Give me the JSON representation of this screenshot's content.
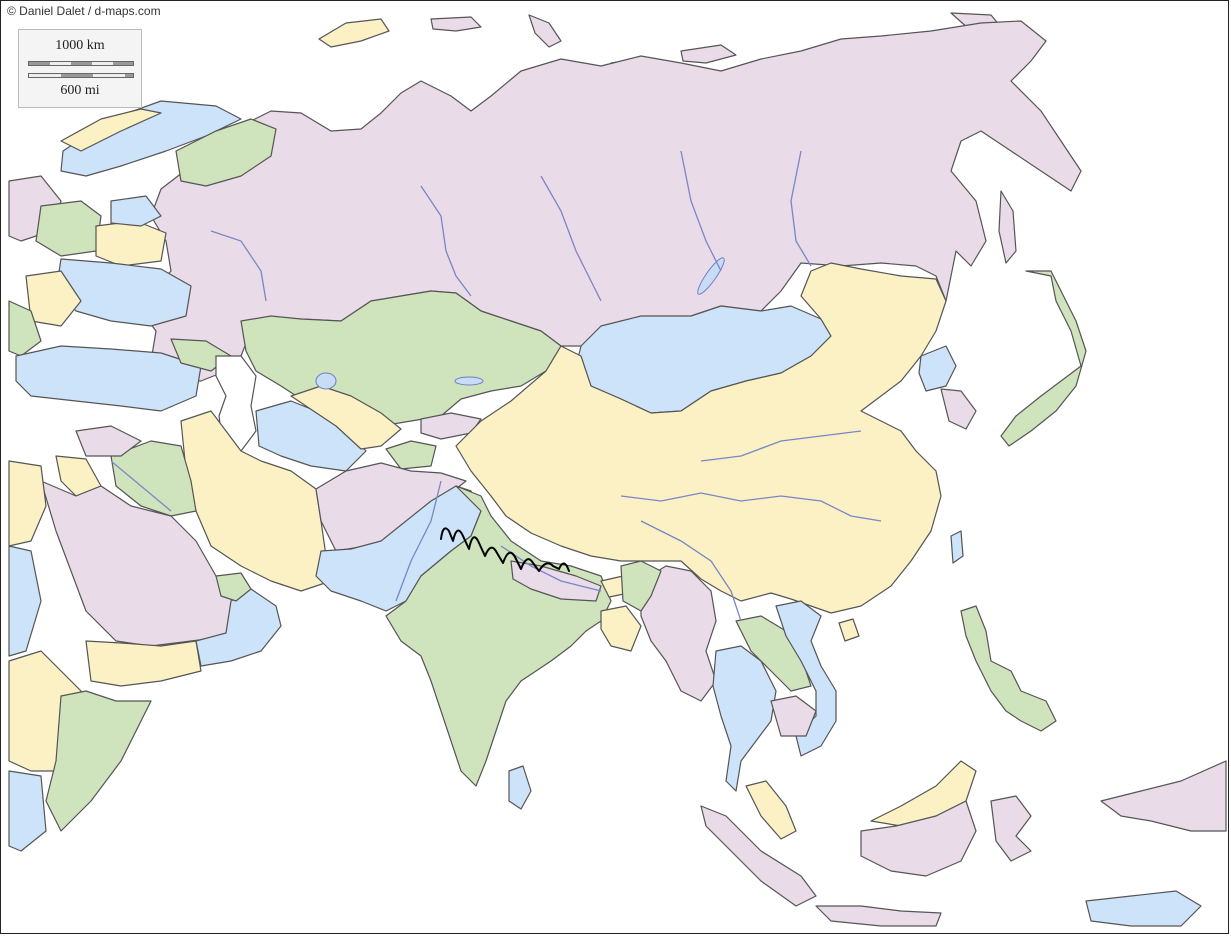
{
  "credit": "© Daniel Dalet / d-maps.com",
  "scale": {
    "km_label": "1000 km",
    "mi_label": "600 mi"
  },
  "colors": {
    "pink": "#eadbe8",
    "green": "#cfe3bd",
    "yellow": "#fbf1c4",
    "blue": "#cde3fa",
    "river": "#7a86c8",
    "annotation": "#000000"
  },
  "annotation": {
    "type": "hand-drawn zigzag line",
    "color": "black"
  }
}
